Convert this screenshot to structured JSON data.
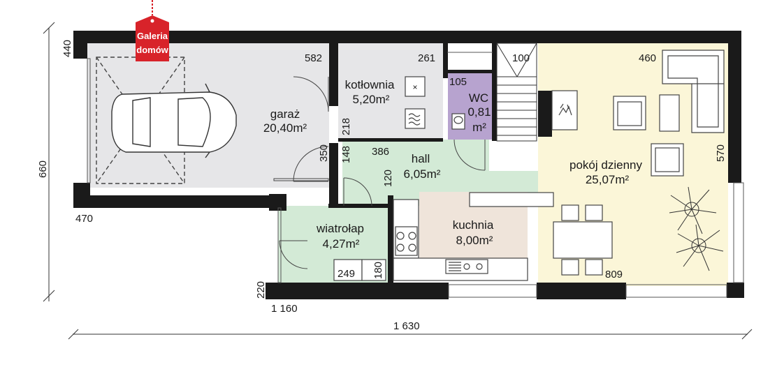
{
  "logo": {
    "line1": "Galeria",
    "line2": "domów",
    "color": "#d8232a"
  },
  "colors": {
    "wall": "#1a1a1a",
    "garage": "#e6e6e8",
    "boiler": "#e6e6e8",
    "wc": "#b7a3cf",
    "hall": "#d3ead6",
    "vestibule": "#d3ead6",
    "kitchen": "#efe4da",
    "living": "#fbf6d8"
  },
  "rooms": {
    "garage": {
      "name": "garaż",
      "area": "20,40m²"
    },
    "boiler": {
      "name": "kotłownia",
      "area": "5,20m²"
    },
    "wc": {
      "name": "WC",
      "area_a": "0,81",
      "area_b": "m²"
    },
    "hall": {
      "name": "hall",
      "area": "6,05m²"
    },
    "vestibule": {
      "name": "wiatrołap",
      "area": "4,27m²"
    },
    "kitchen": {
      "name": "kuchnia",
      "area": "8,00m²"
    },
    "living": {
      "name": "pokój dzienny",
      "area": "25,07m²"
    }
  },
  "dims": {
    "d440": "440",
    "d660": "660",
    "d470": "470",
    "d582": "582",
    "d261": "261",
    "d105": "105",
    "d100": "100",
    "d460": "460",
    "d218": "218",
    "d350": "350",
    "d148": "148",
    "d386": "386",
    "d120": "120",
    "d570": "570",
    "d249": "249",
    "d180": "180",
    "d220": "220",
    "d809": "809",
    "d1160": "1 160",
    "d1630": "1 630"
  }
}
